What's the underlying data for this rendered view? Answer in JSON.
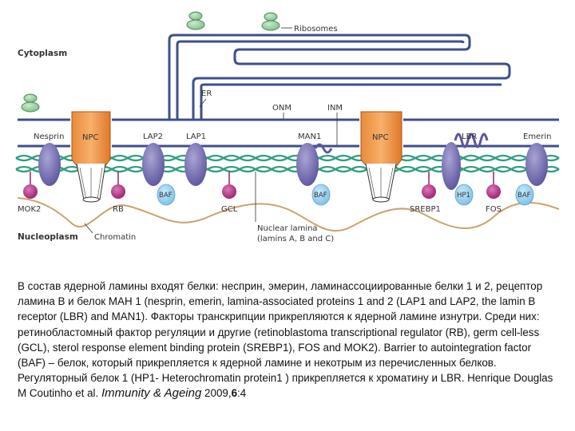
{
  "diagram": {
    "region_cytoplasm": "Cytoplasm",
    "region_nucleoplasm": "Nucleoplasm",
    "labels": {
      "ribosomes": "Ribosomes",
      "er": "ER",
      "onm": "ONM",
      "inm": "INM",
      "npc_left": "NPC",
      "npc_right": "NPC",
      "nesprin": "Nesprin",
      "lap2": "LAP2",
      "lap1": "LAP1",
      "man1": "MAN1",
      "lbr": "LBR",
      "emerin": "Emerin",
      "mok2": "MOK2",
      "rb": "RB",
      "baf1": "BAF",
      "gcl": "GCL",
      "baf2": "BAF",
      "srebp1": "SREBP1",
      "hp1": "HP1",
      "fos": "FOS",
      "baf3": "BAF",
      "chromatin": "Chromatin",
      "lamina_line1": "Nuclear lamina",
      "lamina_line2": "(lamins A, B and C)"
    }
  },
  "caption": {
    "main": "В состав ядерной ламины входят белки: несприн, эмерин, ламинассоциированные белки 1 и 2, рецептор ламина B и белок MAH 1 (nesprin, emerin, lamina-associated proteins 1 and 2 (LAP1 and LAP2, the lamin B receptor (LBR) and MAN1). Факторы транскрипции прикрепляются к ядерной ламине изнутри. Среди них: ретинобластомный фактор регуляции и другие (retinoblastoma transcriptional regulator (RB), germ cell-less (GCL), sterol response element binding protein (SREBP1), FOS and MOK2). Barrier to autointegration factor (BAF) – белок, который прикрепляется к ядерной ламине и некотрым из перечисленных белков. Регуляторный белок 1 (HP1- Heterochromatin protein1 ) прикрепляется к хроматину и LBR. Henrique Douglas M Coutinho et al.",
    "journal": "Immunity & Ageing",
    "year": "2009,",
    "volume": "6",
    "page": ":4"
  }
}
